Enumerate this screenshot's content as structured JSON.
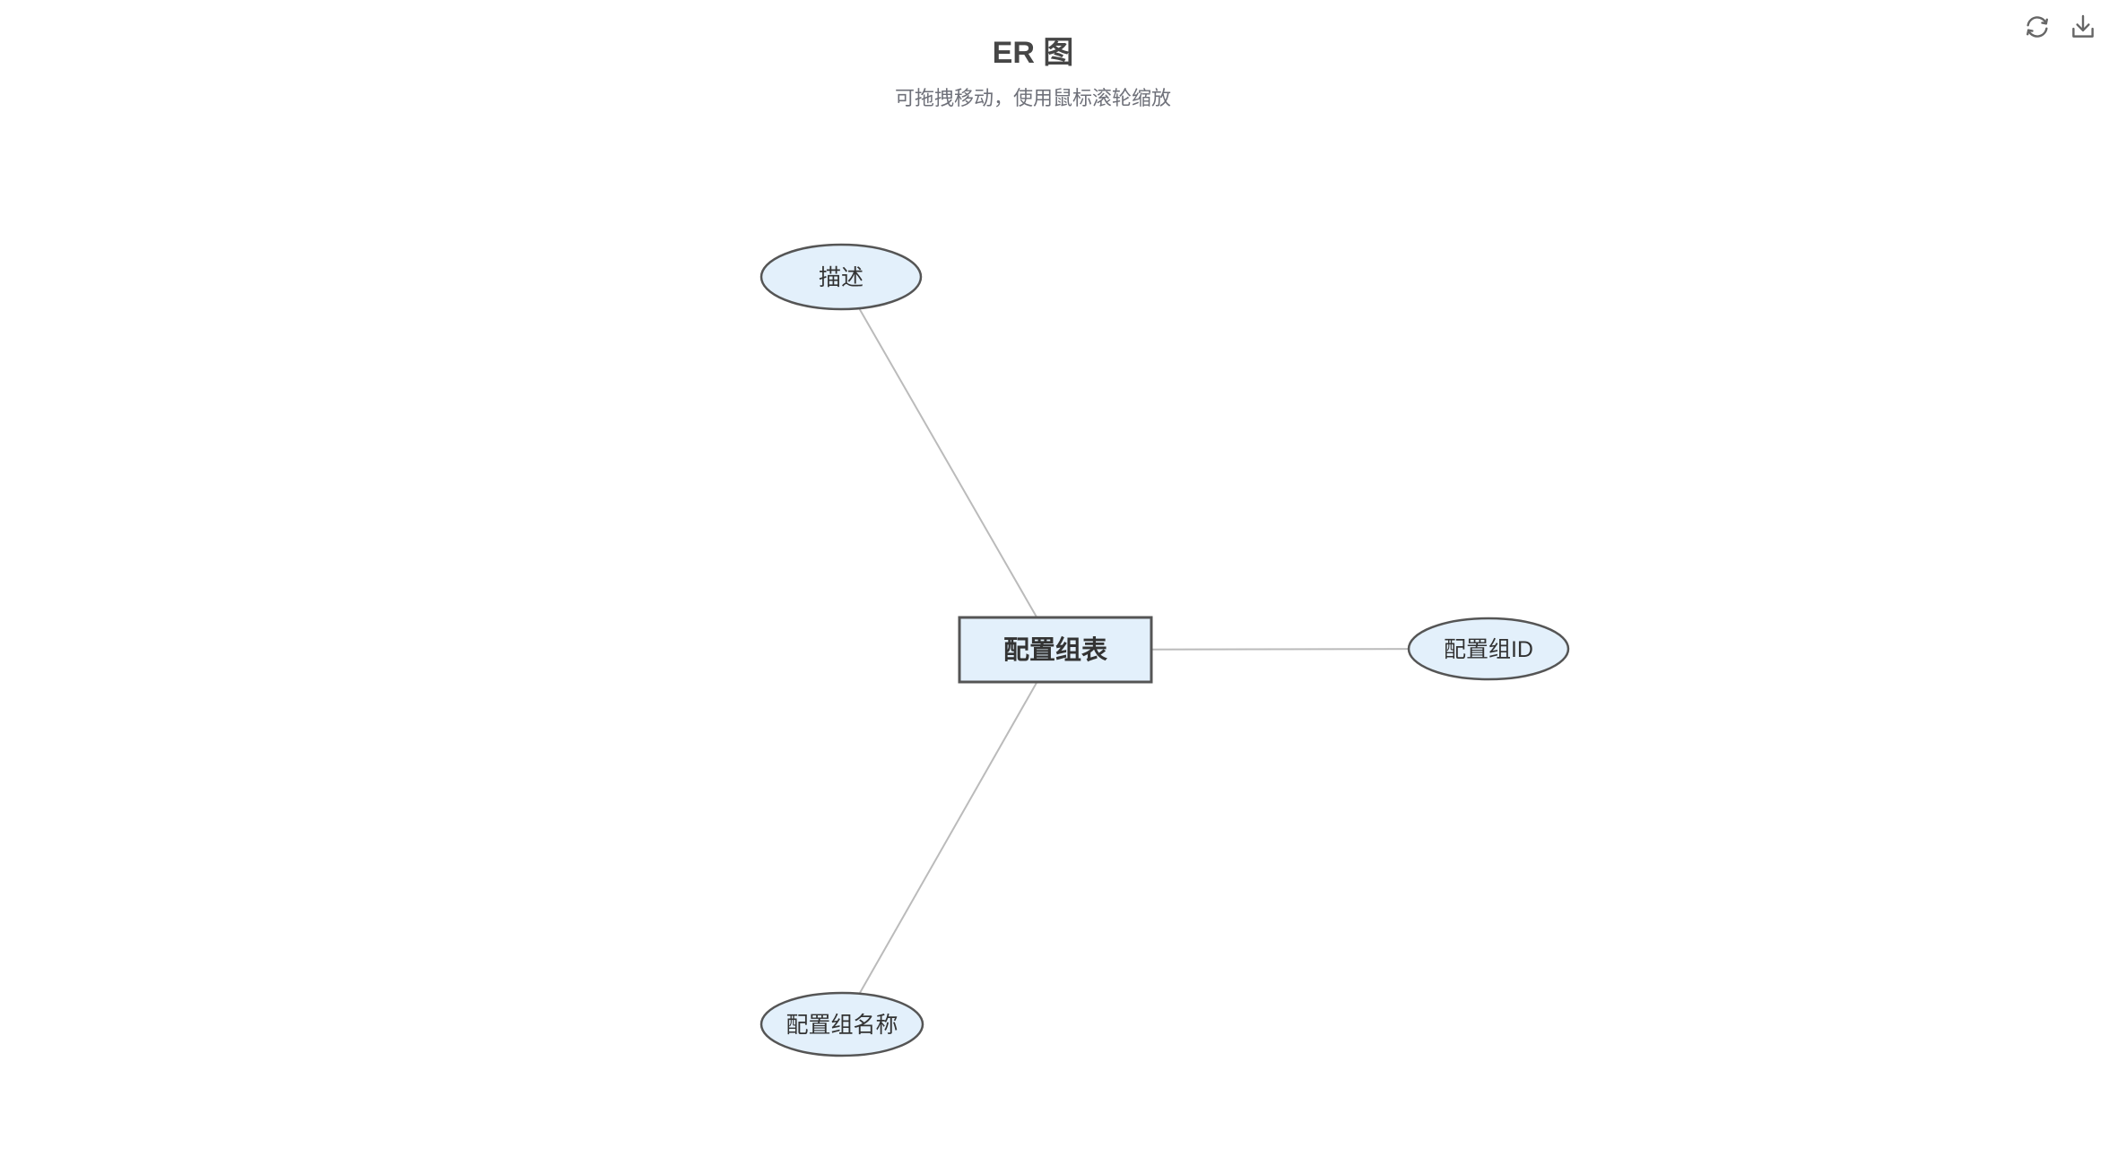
{
  "header": {
    "title": "ER 图",
    "subtitle": "可拖拽移动，使用鼠标滚轮缩放"
  },
  "toolbox": {
    "icons": [
      {
        "name": "restore-icon"
      },
      {
        "name": "download-icon"
      }
    ]
  },
  "diagram": {
    "entity": {
      "label": "配置组表",
      "shape": "rect"
    },
    "attributes": [
      {
        "label": "描述",
        "shape": "ellipse"
      },
      {
        "label": "配置组ID",
        "shape": "ellipse"
      },
      {
        "label": "配置组名称",
        "shape": "ellipse"
      }
    ],
    "edges": [
      {
        "from": "配置组表",
        "to": "描述"
      },
      {
        "from": "配置组表",
        "to": "配置组ID"
      },
      {
        "from": "配置组表",
        "to": "配置组名称"
      }
    ],
    "colors": {
      "node_fill": "#e3f0fb",
      "node_border": "#555555",
      "edge": "#bbbbbb",
      "title": "#464646",
      "subtitle": "#6e7079",
      "icon": "#666666",
      "label": "#333333"
    }
  }
}
